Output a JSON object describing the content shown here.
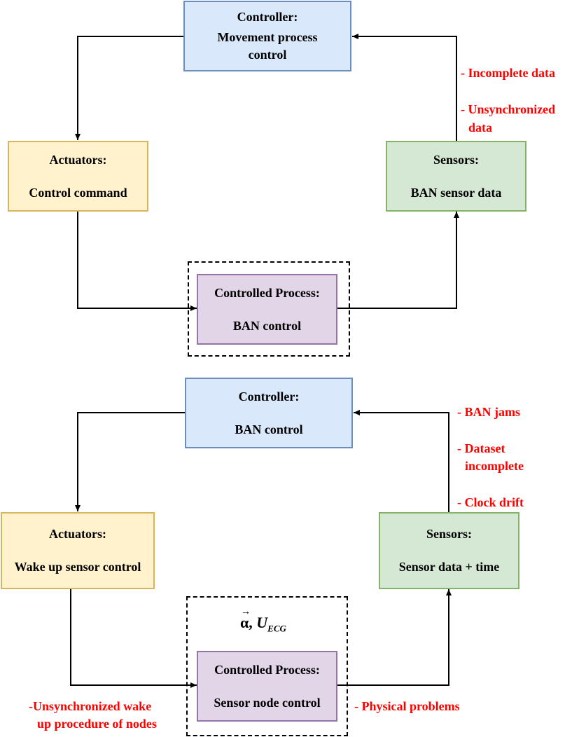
{
  "top": {
    "controller": {
      "heading": "Controller:",
      "body": "Movement process control"
    },
    "actuators": {
      "heading": "Actuators:",
      "body": "Control command"
    },
    "sensors": {
      "heading": "Sensors:",
      "body": "BAN sensor data"
    },
    "process": {
      "heading": "Controlled Process:",
      "body": "BAN control"
    },
    "issues": {
      "incomplete": "- Incomplete data",
      "unsync_line1": "- Unsynchronized",
      "unsync_line2": "data"
    }
  },
  "bottom": {
    "controller": {
      "heading": "Controller:",
      "body": "BAN control"
    },
    "actuators": {
      "heading": "Actuators:",
      "body": "Wake up sensor control"
    },
    "sensors": {
      "heading": "Sensors:",
      "body": "Sensor data + time"
    },
    "process": {
      "heading": "Controlled Process:",
      "body": "Sensor node control"
    },
    "math": {
      "alpha": "α",
      "sep": ",",
      "u": "U",
      "u_sub": "ECG"
    },
    "issues": {
      "jams": "- BAN jams",
      "dataset_line1": "- Dataset",
      "dataset_line2": "incomplete",
      "clock": "- Clock drift",
      "physical": "- Physical problems",
      "wake_line1": "-Unsynchronized wake",
      "wake_line2": "up procedure of nodes"
    }
  },
  "colors": {
    "controller_fill": "#dae8fc",
    "controller_border": "#6c8ebf",
    "actuator_fill": "#fff2cc",
    "actuator_border": "#d6b656",
    "sensor_fill": "#d5e8d4",
    "sensor_border": "#82b366",
    "process_fill": "#e1d5e7",
    "process_border": "#9673a6",
    "issue_text": "#ff0000"
  }
}
